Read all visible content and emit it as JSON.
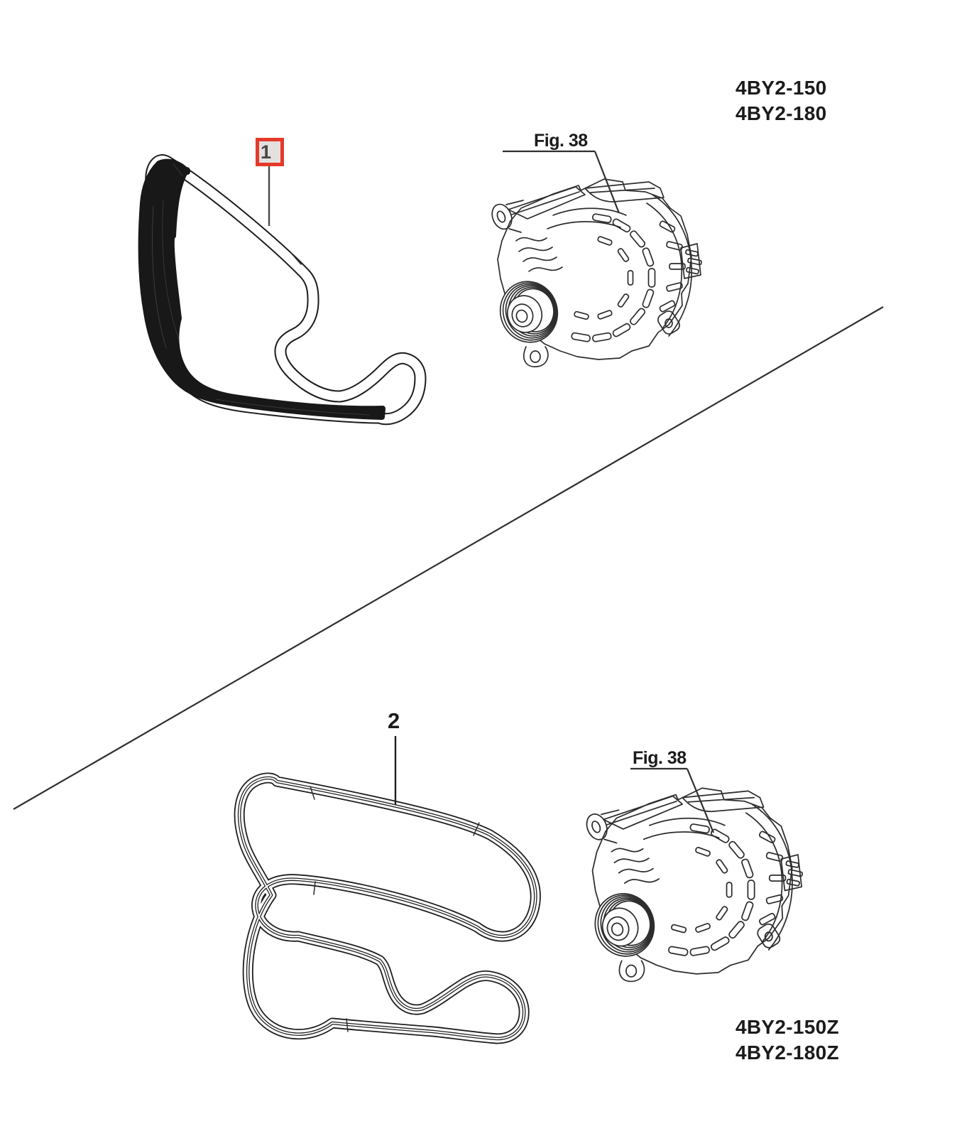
{
  "document": {
    "background_color": "#ffffff",
    "line_color": "#2a2a2a"
  },
  "sections": [
    {
      "name": "top",
      "model_codes": [
        "4BY2-150",
        "4BY2-180"
      ],
      "figure_reference": "Fig. 38",
      "part_callout": {
        "number": "1",
        "highlighted": true,
        "highlight_border_color": "#e5392c",
        "highlight_fill_color": "#e3e0de"
      }
    },
    {
      "name": "bottom",
      "model_codes": [
        "4BY2-150Z",
        "4BY2-180Z"
      ],
      "figure_reference": "Fig. 38",
      "part_callout": {
        "number": "2",
        "highlighted": false
      }
    }
  ]
}
